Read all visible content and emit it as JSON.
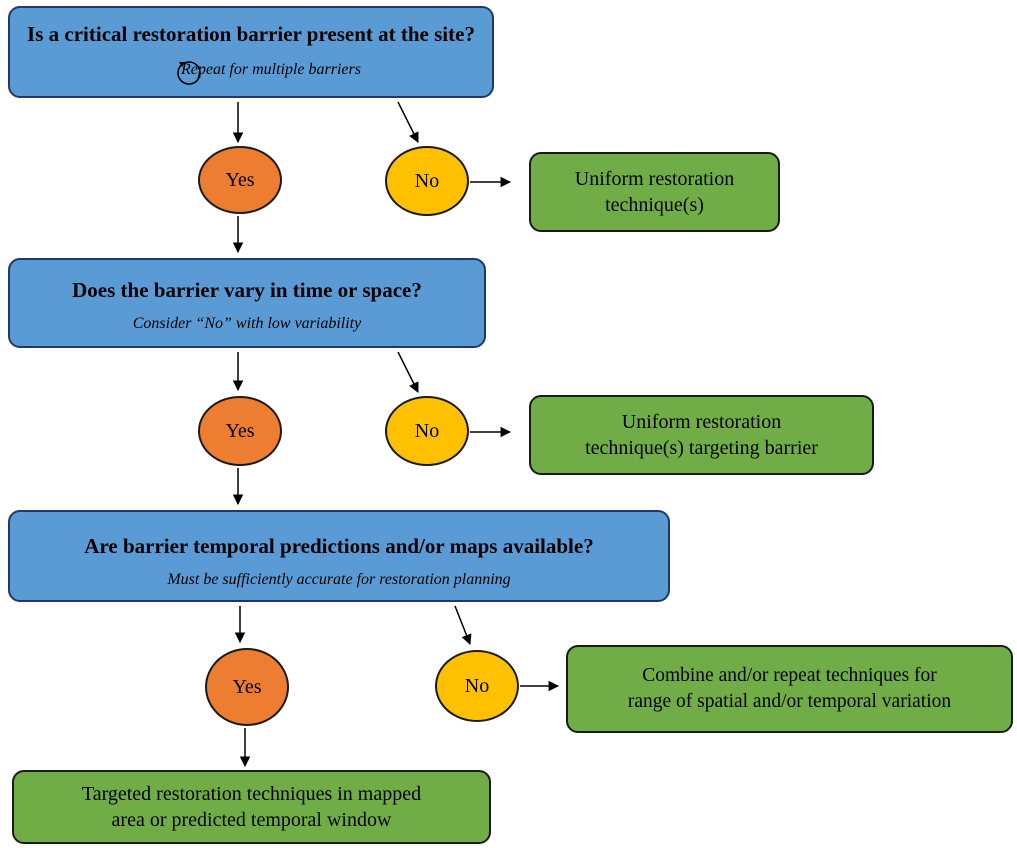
{
  "colors": {
    "question_fill": "#5b9bd5",
    "yes_fill": "#ed7d31",
    "no_fill": "#ffc000",
    "result_fill": "#70ad47"
  },
  "icons": {
    "repeat": "circular-arrow-icon"
  },
  "steps": [
    {
      "question": "Is a critical restoration barrier present at the site?",
      "note": "Repeat for multiple barriers",
      "yes": "Yes",
      "no": "No",
      "no_result": [
        "Uniform restoration",
        "technique(s)"
      ]
    },
    {
      "question": "Does the barrier vary in time or space?",
      "note": "Consider “No” with low variability",
      "yes": "Yes",
      "no": "No",
      "no_result": [
        "Uniform restoration",
        "technique(s) targeting barrier"
      ]
    },
    {
      "question": "Are barrier temporal predictions and/or maps available?",
      "note": "Must be sufficiently accurate for restoration planning",
      "yes": "Yes",
      "no": "No",
      "no_result": [
        "Combine and/or repeat techniques for",
        "range of spatial and/or temporal variation"
      ],
      "yes_result": [
        "Targeted restoration techniques in mapped",
        "area or predicted temporal window"
      ]
    }
  ]
}
